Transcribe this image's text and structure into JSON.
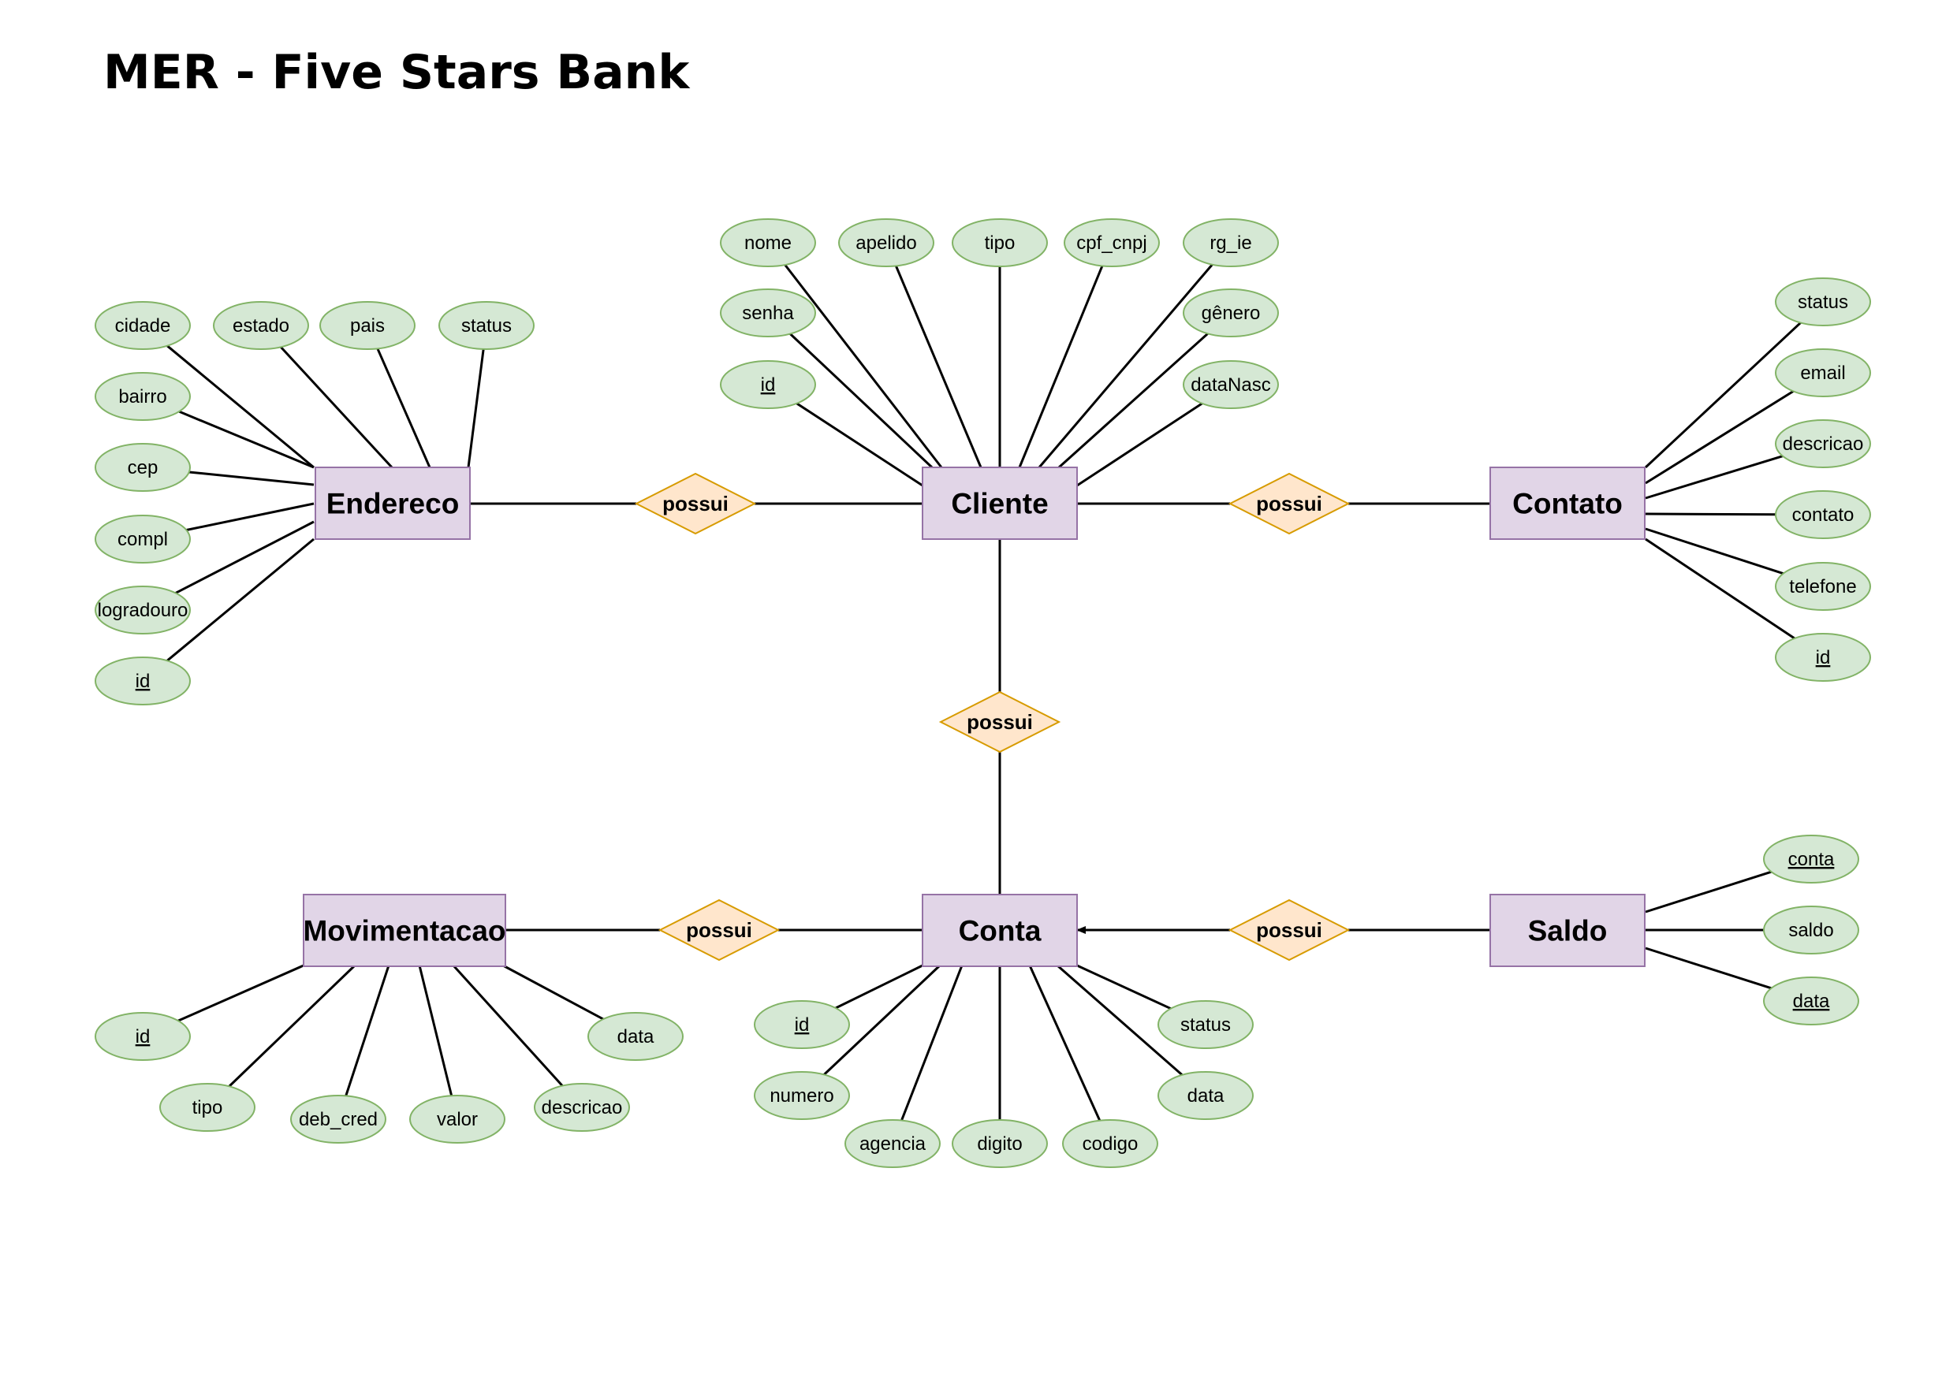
{
  "title": "MER - Five Stars Bank",
  "colors": {
    "entity_fill": "#e1d5e7",
    "entity_stroke": "#9673a6",
    "attribute_fill": "#d5e8d4",
    "attribute_stroke": "#82b366",
    "relationship_fill": "#ffe6cc",
    "relationship_stroke": "#d79b00"
  },
  "entities": [
    {
      "id": "endereco",
      "label": "Endereco"
    },
    {
      "id": "cliente",
      "label": "Cliente"
    },
    {
      "id": "contato",
      "label": "Contato"
    },
    {
      "id": "conta",
      "label": "Conta"
    },
    {
      "id": "movimentacao",
      "label": "Movimentacao"
    },
    {
      "id": "saldo",
      "label": "Saldo"
    }
  ],
  "relationships": [
    {
      "id": "rel-endereco-cliente",
      "label": "possui",
      "from": "endereco",
      "to": "cliente"
    },
    {
      "id": "rel-cliente-contato",
      "label": "possui",
      "from": "cliente",
      "to": "contato"
    },
    {
      "id": "rel-cliente-conta",
      "label": "possui",
      "from": "cliente",
      "to": "conta"
    },
    {
      "id": "rel-movimentacao-conta",
      "label": "possui",
      "from": "movimentacao",
      "to": "conta"
    },
    {
      "id": "rel-saldo-conta",
      "label": "possui",
      "from": "saldo",
      "to": "conta",
      "arrow_to": "conta"
    }
  ],
  "attributes": [
    {
      "entity": "endereco",
      "label": "cidade",
      "key": false
    },
    {
      "entity": "endereco",
      "label": "estado",
      "key": false
    },
    {
      "entity": "endereco",
      "label": "pais",
      "key": false
    },
    {
      "entity": "endereco",
      "label": "status",
      "key": false
    },
    {
      "entity": "endereco",
      "label": "bairro",
      "key": false
    },
    {
      "entity": "endereco",
      "label": "cep",
      "key": false
    },
    {
      "entity": "endereco",
      "label": "compl",
      "key": false
    },
    {
      "entity": "endereco",
      "label": "logradouro",
      "key": false
    },
    {
      "entity": "endereco",
      "label": "id",
      "key": true
    },
    {
      "entity": "cliente",
      "label": "nome",
      "key": false
    },
    {
      "entity": "cliente",
      "label": "apelido",
      "key": false
    },
    {
      "entity": "cliente",
      "label": "tipo",
      "key": false
    },
    {
      "entity": "cliente",
      "label": "cpf_cnpj",
      "key": false
    },
    {
      "entity": "cliente",
      "label": "rg_ie",
      "key": false
    },
    {
      "entity": "cliente",
      "label": "senha",
      "key": false
    },
    {
      "entity": "cliente",
      "label": "gênero",
      "key": false
    },
    {
      "entity": "cliente",
      "label": "id",
      "key": true
    },
    {
      "entity": "cliente",
      "label": "dataNasc",
      "key": false
    },
    {
      "entity": "contato",
      "label": "status",
      "key": false
    },
    {
      "entity": "contato",
      "label": "email",
      "key": false
    },
    {
      "entity": "contato",
      "label": "descricao",
      "key": false
    },
    {
      "entity": "contato",
      "label": "contato",
      "key": false
    },
    {
      "entity": "contato",
      "label": "telefone",
      "key": false
    },
    {
      "entity": "contato",
      "label": "id",
      "key": true
    },
    {
      "entity": "saldo",
      "label": "conta",
      "key": true
    },
    {
      "entity": "saldo",
      "label": "saldo",
      "key": false
    },
    {
      "entity": "saldo",
      "label": "data",
      "key": true
    },
    {
      "entity": "movimentacao",
      "label": "id",
      "key": true
    },
    {
      "entity": "movimentacao",
      "label": "tipo",
      "key": false
    },
    {
      "entity": "movimentacao",
      "label": "deb_cred",
      "key": false
    },
    {
      "entity": "movimentacao",
      "label": "valor",
      "key": false
    },
    {
      "entity": "movimentacao",
      "label": "descricao",
      "key": false
    },
    {
      "entity": "movimentacao",
      "label": "data",
      "key": false
    },
    {
      "entity": "conta",
      "label": "id",
      "key": true
    },
    {
      "entity": "conta",
      "label": "numero",
      "key": false
    },
    {
      "entity": "conta",
      "label": "agencia",
      "key": false
    },
    {
      "entity": "conta",
      "label": "digito",
      "key": false
    },
    {
      "entity": "conta",
      "label": "codigo",
      "key": false
    },
    {
      "entity": "conta",
      "label": "data",
      "key": false
    },
    {
      "entity": "conta",
      "label": "status",
      "key": false
    }
  ]
}
